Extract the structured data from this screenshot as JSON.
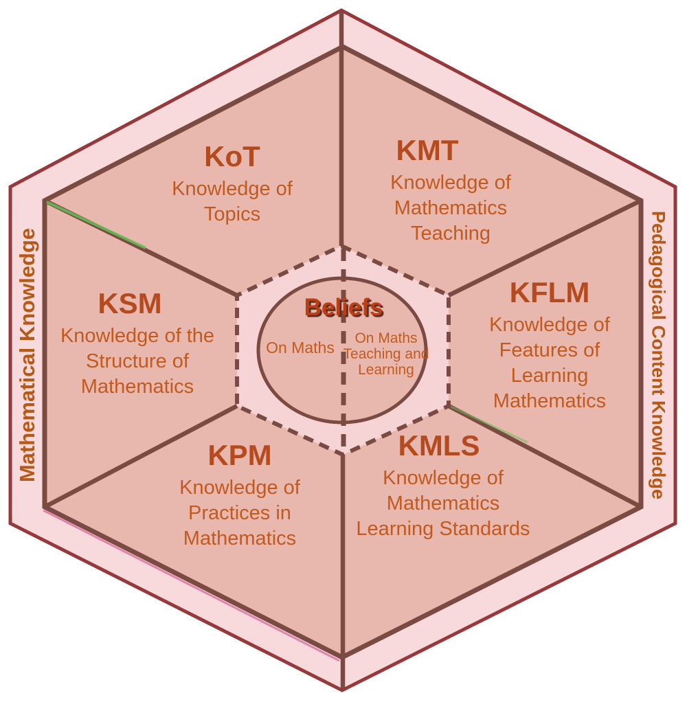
{
  "diagram": {
    "left_band_label": "Mathematical Knowledge",
    "right_band_label": "Pedagogical Content Knowledge",
    "sectors": {
      "kot": {
        "acronym": "KoT",
        "lines": [
          "Knowledge of",
          "Topics"
        ]
      },
      "kmt": {
        "acronym": "KMT",
        "lines": [
          "Knowledge of",
          "Mathematics",
          "Teaching"
        ]
      },
      "ksm": {
        "acronym": "KSM",
        "lines": [
          "Knowledge of the",
          "Structure of",
          "Mathematics"
        ]
      },
      "kflm": {
        "acronym": "KFLM",
        "lines": [
          "Knowledge of",
          "Features of",
          "Learning",
          "Mathematics"
        ]
      },
      "kpm": {
        "acronym": "KPM",
        "lines": [
          "Knowledge of",
          "Practices in",
          "Mathematics"
        ]
      },
      "kmls": {
        "acronym": "KMLS",
        "lines": [
          "Knowledge of",
          "Mathematics",
          "Learning Standards"
        ]
      }
    },
    "center": {
      "title": "Beliefs",
      "left_label": "On Maths",
      "right_lines": [
        "On Maths",
        "Teaching and",
        "Learning"
      ]
    }
  },
  "colors": {
    "outer-border": "#97383a",
    "band-fill": "#f8dadc",
    "sector-fill": "#e8b8ae",
    "inner-border": "#7b4a42",
    "center-fill": "#f6d4d5",
    "accent-heading": "#b44a1e",
    "accent-body": "#c2591f",
    "beliefs-color": "#bc3f14",
    "beliefs-shadow": "#53291e",
    "side-label-color": "#b65917",
    "artifact-green": "#62c256",
    "artifact-magenta": "#d9669e"
  }
}
